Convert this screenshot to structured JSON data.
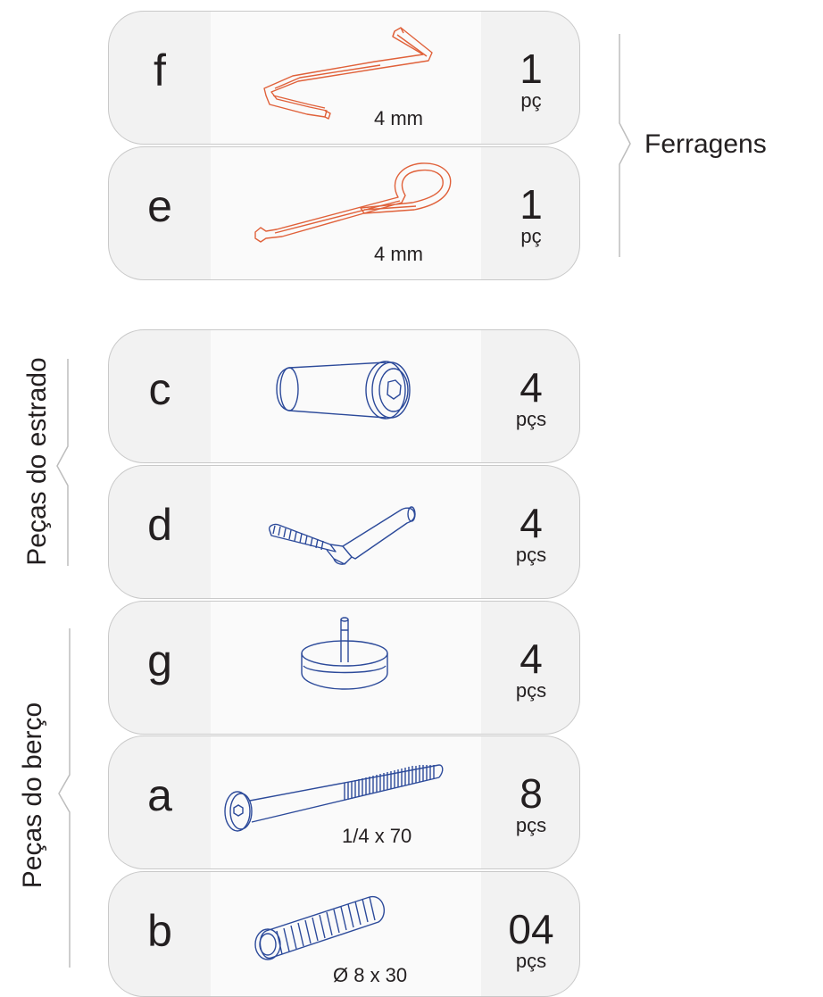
{
  "groups": {
    "ferragens": "Ferragens",
    "estrado": "Peças do estrado",
    "berco": "Peças do berço"
  },
  "items": [
    {
      "letter": "f",
      "dimension": "4 mm",
      "qty": "1",
      "unit": "pç",
      "icon": "allen-key-z-icon",
      "color": "#e0613a"
    },
    {
      "letter": "e",
      "dimension": "4 mm",
      "qty": "1",
      "unit": "pç",
      "icon": "allen-key-loop-icon",
      "color": "#e0613a"
    },
    {
      "letter": "c",
      "dimension": "",
      "qty": "4",
      "unit": "pçs",
      "icon": "barrel-nut-icon",
      "color": "#2c4a9a"
    },
    {
      "letter": "d",
      "dimension": "",
      "qty": "4",
      "unit": "pçs",
      "icon": "l-bolt-icon",
      "color": "#2c4a9a"
    },
    {
      "letter": "g",
      "dimension": "",
      "qty": "4",
      "unit": "pçs",
      "icon": "glide-foot-icon",
      "color": "#2c4a9a"
    },
    {
      "letter": "a",
      "dimension": "1/4 x 70",
      "qty": "8",
      "unit": "pçs",
      "icon": "hex-bolt-icon",
      "color": "#2c4a9a"
    },
    {
      "letter": "b",
      "dimension": "Ø 8 x 30",
      "qty": "04",
      "unit": "pçs",
      "icon": "wooden-dowel-icon",
      "color": "#2c4a9a"
    }
  ]
}
